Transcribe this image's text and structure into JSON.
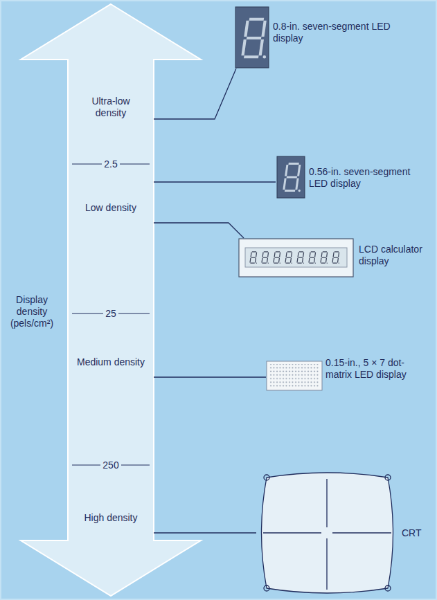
{
  "diagram": {
    "labels": [
      "Ultra-low density",
      "2.5",
      "Low density",
      "25",
      "Medium density",
      "250",
      "High density",
      "Display density (pels/cm²)",
      "0.8-in. seven-segment LED display",
      "0.56-in. seven-segment LED display",
      "LCD calculator display",
      "0.15-in., 5 × 7 dot-matrix LED display",
      "CRT"
    ]
  }
}
